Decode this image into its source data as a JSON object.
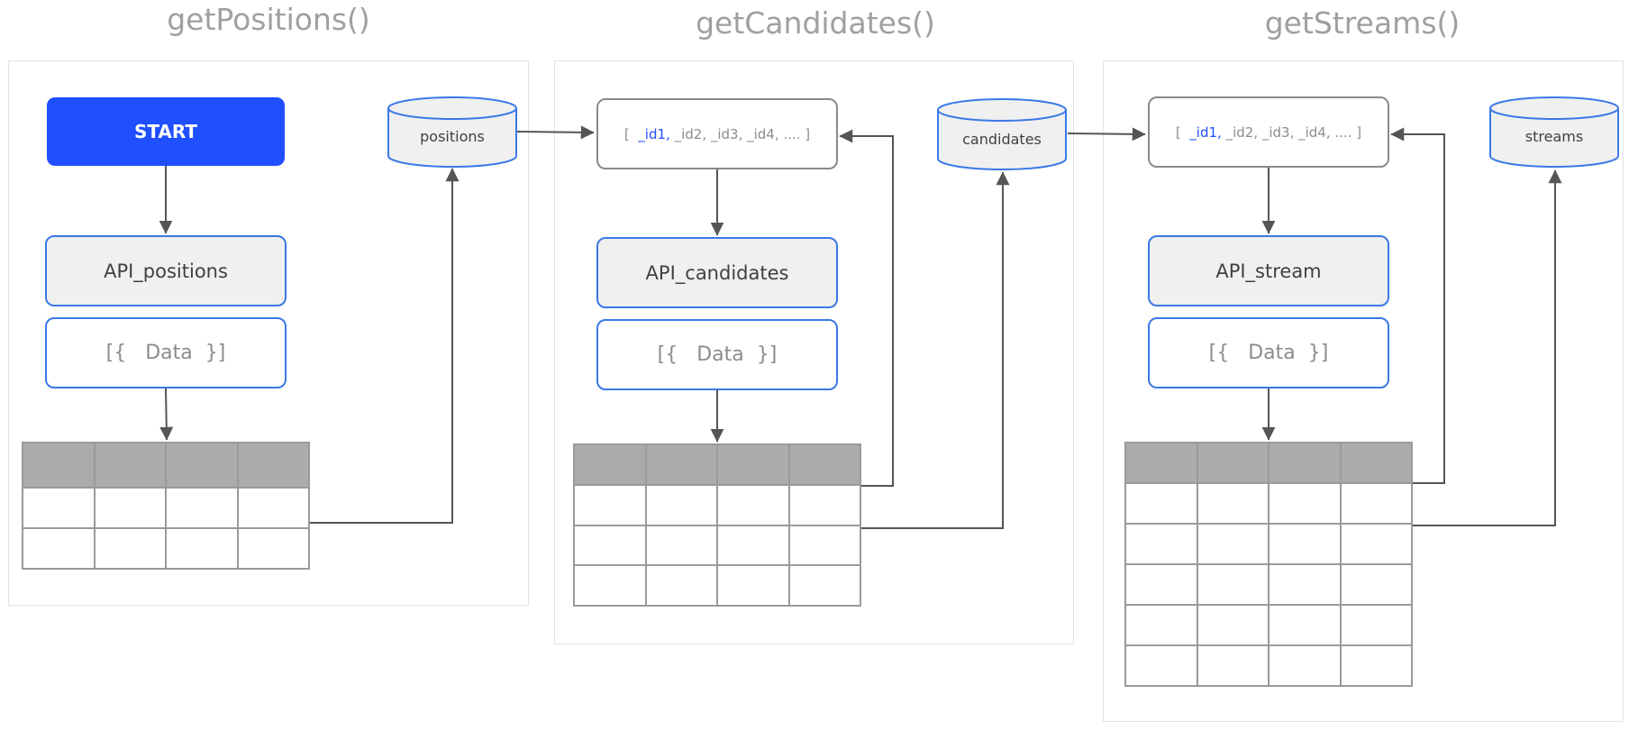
{
  "colors": {
    "accent": "#1f4fff",
    "box_border": "#3b78e7",
    "box_fill": "#f0f0f0",
    "table_header": "#ababab",
    "line": "#555555"
  },
  "panels": [
    {
      "title": "getPositions()",
      "start_label": "START",
      "api_label": "API_positions",
      "data_label": "[{   Data  }]",
      "db_label": "positions",
      "table": {
        "columns": 4,
        "body_rows": 2
      }
    },
    {
      "title": "getCandidates()",
      "ids": {
        "first": "_id1,",
        "rest": " _id2, _id3, _id4, .... "
      },
      "api_label": "API_candidates",
      "data_label": "[{   Data  }]",
      "db_label": "candidates",
      "table": {
        "columns": 4,
        "body_rows": 3
      }
    },
    {
      "title": "getStreams()",
      "ids": {
        "first": "_id1,",
        "rest": " _id2, _id3, _id4, .... "
      },
      "api_label": "API_stream",
      "data_label": "[{   Data  }]",
      "db_label": "streams",
      "table": {
        "columns": 4,
        "body_rows": 5
      }
    }
  ]
}
